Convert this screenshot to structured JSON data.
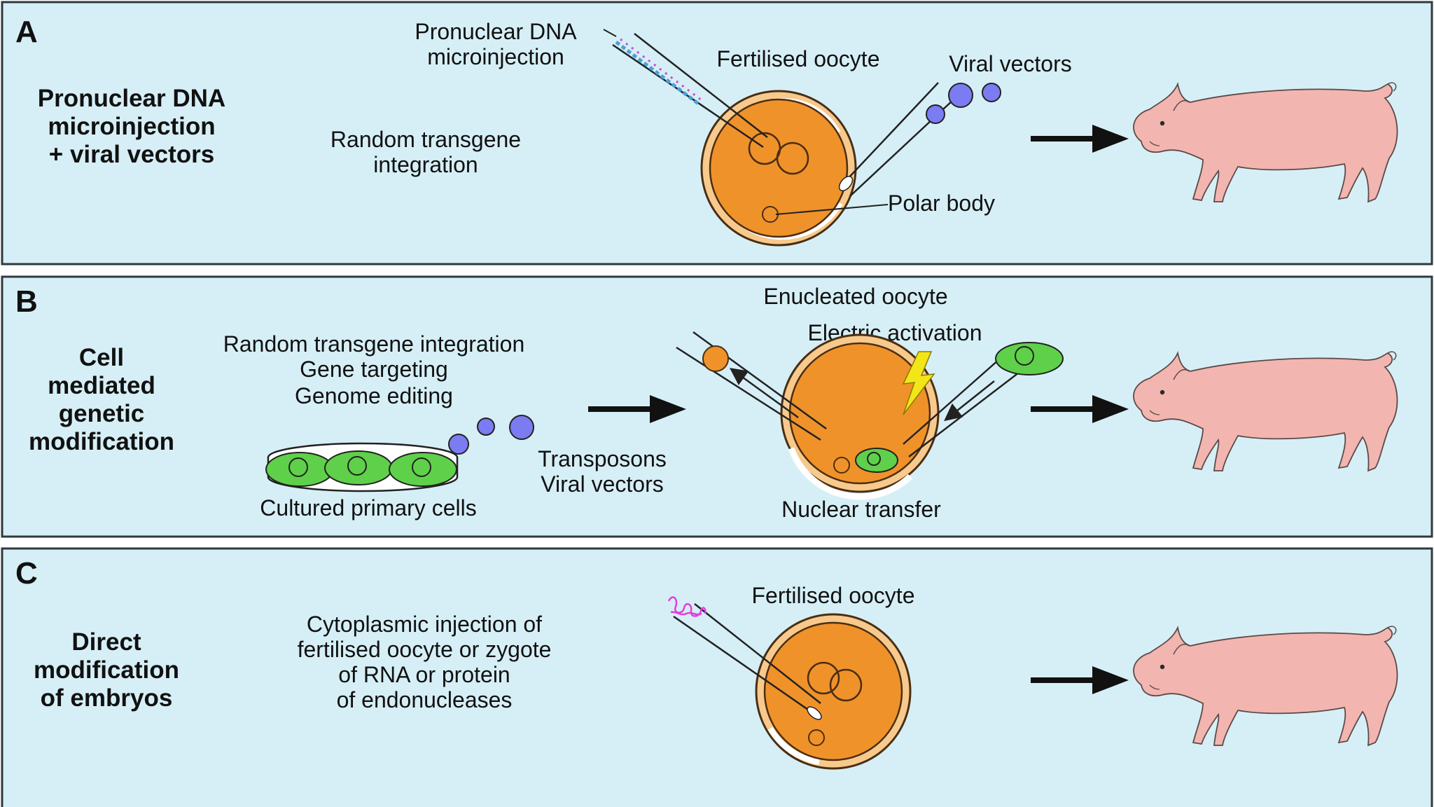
{
  "colors": {
    "panel_bg": "#d6eff6",
    "panel_border": "#2e3a3e",
    "oocyte": "#f0922a",
    "zona": "#f7c98c",
    "pig": "#f3b5b0",
    "pig_outline": "#5b4a48",
    "vector": "#7b7bf2",
    "cell_green": "#5fd04a",
    "bolt": "#f2e619",
    "rna": "#e23ee0",
    "arrow": "#111111"
  },
  "icons": [
    "pig-icon",
    "oocyte-icon",
    "micropipette-icon",
    "viral-vector-icon",
    "lightning-bolt-icon",
    "culture-dish-icon",
    "arrow-right-icon"
  ],
  "panels": [
    {
      "letter": "A",
      "method_lines": [
        "Pronuclear DNA",
        "microinjection",
        "+ viral vectors"
      ],
      "description_lines": [
        "Random transgene",
        "integration"
      ],
      "labels": {
        "injection_lines": [
          "Pronuclear DNA",
          "microinjection"
        ],
        "oocyte": "Fertilised oocyte",
        "vectors": "Viral vectors",
        "polar_body": "Polar body"
      }
    },
    {
      "letter": "B",
      "method_lines": [
        "Cell",
        "mediated",
        "genetic",
        "modification"
      ],
      "description_lines": [
        "Random transgene integration",
        "Gene targeting",
        "Genome editing"
      ],
      "labels": {
        "vectors_lines": [
          "Transposons",
          "Viral vectors"
        ],
        "cultured_cells": "Cultured primary cells",
        "enucleated": "Enucleated oocyte",
        "electric": "Electric activation",
        "nuclear_transfer": "Nuclear transfer"
      }
    },
    {
      "letter": "C",
      "method_lines": [
        "Direct",
        "modification",
        "of embryos"
      ],
      "description_lines": [
        "Cytoplasmic injection of",
        "fertilised oocyte or zygote",
        "of RNA or protein",
        "of endonucleases"
      ],
      "labels": {
        "oocyte": "Fertilised oocyte"
      }
    }
  ]
}
